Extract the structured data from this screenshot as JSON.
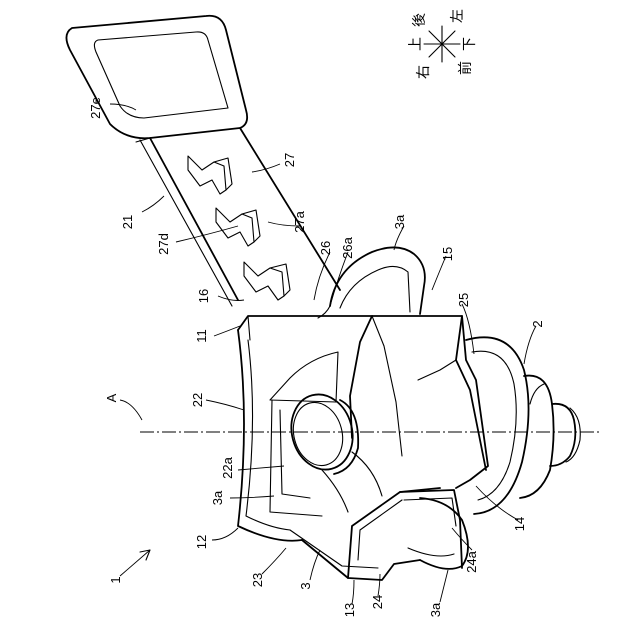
{
  "direction_indicator": {
    "up": "上",
    "down": "下",
    "front": "前",
    "rear": "後",
    "left": "左",
    "right": "右"
  },
  "labels": {
    "l1": "1",
    "l2": "2",
    "l3": "3",
    "l3a_top": "3a",
    "l3a_left": "3a",
    "l3a_bottom": "3a",
    "l11": "11",
    "l12": "12",
    "l13": "13",
    "l14": "14",
    "l15": "15",
    "l16": "16",
    "l21": "21",
    "l22": "22",
    "l22a": "22a",
    "l23": "23",
    "l24": "24",
    "l24a": "24a",
    "l25": "25",
    "l26": "26",
    "l26a": "26a",
    "l27": "27",
    "l27a": "27a",
    "l27d": "27d",
    "l27e": "27e",
    "axisA": "A"
  }
}
